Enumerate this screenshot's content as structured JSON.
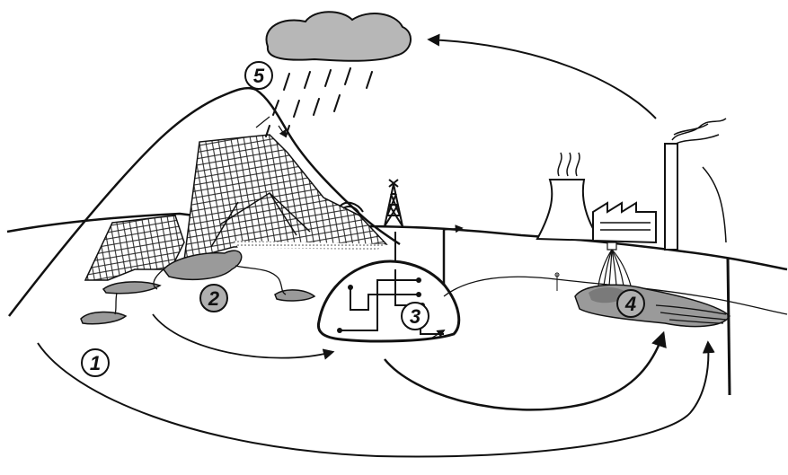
{
  "diagram": {
    "stage_labels": [
      {
        "id": "1",
        "text": "1",
        "fill": "#ffffff"
      },
      {
        "id": "2",
        "text": "2",
        "fill": "#b0b0b0"
      },
      {
        "id": "3",
        "text": "3",
        "fill": "#ffffff"
      },
      {
        "id": "4",
        "text": "4",
        "fill": "#b0b0b0"
      },
      {
        "id": "5",
        "text": "5",
        "fill": "#ffffff"
      }
    ]
  },
  "colors": {
    "ink": "#111111",
    "cloud": "#b7b7b7",
    "pollutant": "#9a9a9a",
    "pollutant_dark": "#7a7a7a",
    "hatch": "#222222"
  }
}
